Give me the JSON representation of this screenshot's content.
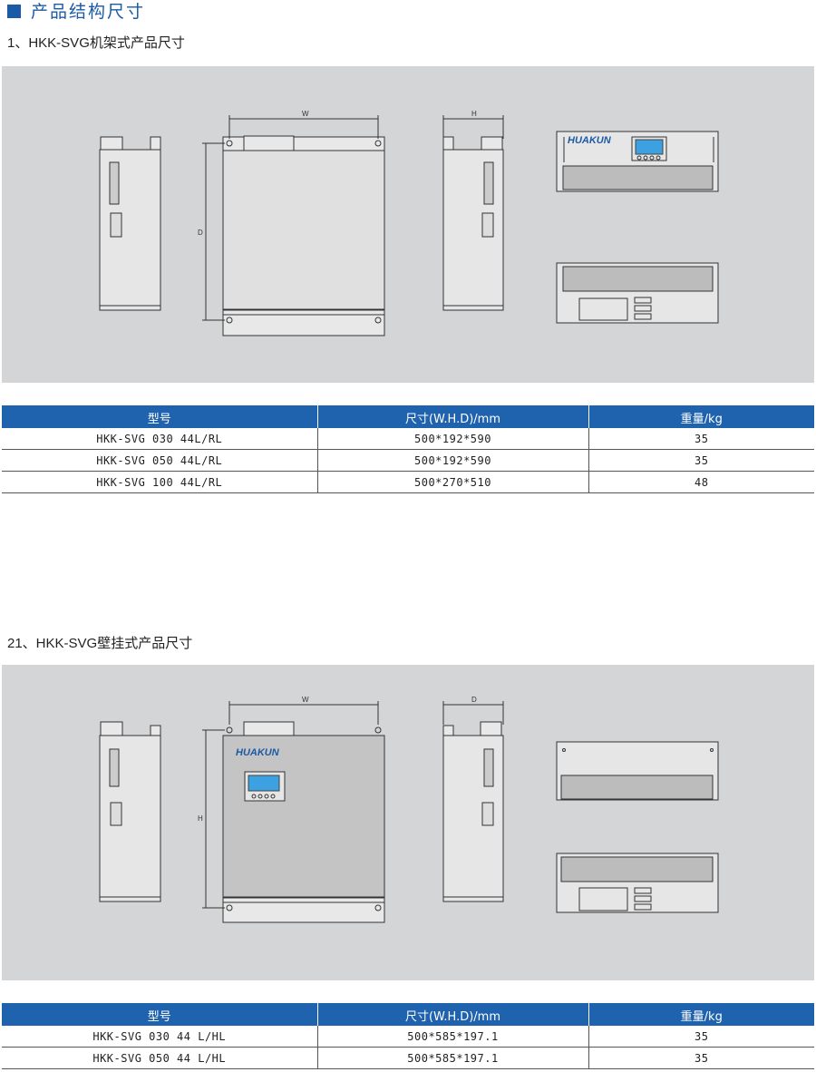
{
  "header": {
    "title": "产品结构尺寸"
  },
  "section1": {
    "subtitle": "1、HKK-SVG机架式产品尺寸",
    "drawing": {
      "dim_width": "W",
      "dim_depth": "D",
      "dim_height": "H",
      "brand": "HUAKUN"
    },
    "table": {
      "headers": [
        "型号",
        "尺寸(W.H.D)/mm",
        "重量/kg"
      ],
      "rows": [
        [
          "HKK-SVG 030 44L/RL",
          "500*192*590",
          "35"
        ],
        [
          "HKK-SVG 050 44L/RL",
          "500*192*590",
          "35"
        ],
        [
          "HKK-SVG 100 44L/RL",
          "500*270*510",
          "48"
        ]
      ]
    }
  },
  "section2": {
    "subtitle": "21、HKK-SVG壁挂式产品尺寸",
    "drawing": {
      "dim_width": "W",
      "dim_height": "H",
      "dim_depth": "D",
      "brand": "HUAKUN"
    },
    "table": {
      "headers": [
        "型号",
        "尺寸(W.H.D)/mm",
        "重量/kg"
      ],
      "rows": [
        [
          "HKK-SVG 030 44 L/HL",
          "500*585*197.1",
          "35"
        ],
        [
          "HKK-SVG 050 44 L/HL",
          "500*585*197.1",
          "35"
        ]
      ]
    }
  }
}
